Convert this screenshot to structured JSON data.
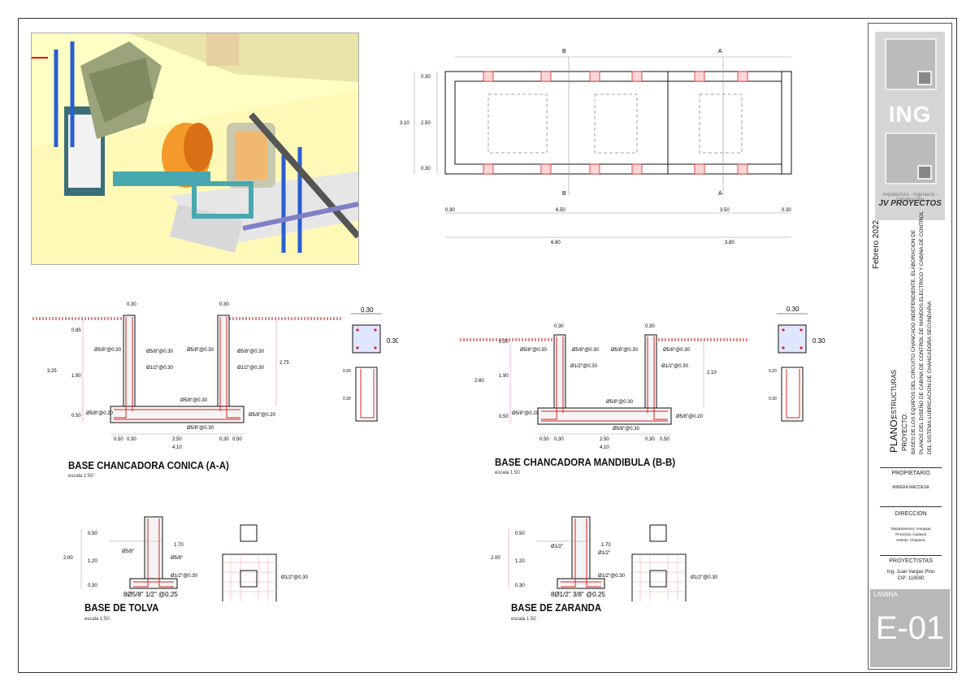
{
  "titleblock": {
    "company_mark": "ING",
    "tagline": "Arquitectura - Ingenieria - Construccion",
    "brand": "JV PROYECTOS",
    "date": "Febrero 2022",
    "plano_label": "PLANO:",
    "plano_value": "ESTRUCTURAS",
    "proyecto_label": "PROYECTO:",
    "proyecto_lines": [
      "BASES  DE  LOS  EQUIPOS  DEL  CIRCUITO  CHANCADO  INDEPENDIENTE,  ELABORACION  DE",
      "PLANOS DEL DISEÑO DE CABINA DE CONTROL DE MANDOS ELECTRICO Y CABINA DE CONTROL",
      "DEL SISTEMA LUBRICACION DE CHANCADORA SECUNDARIA"
    ],
    "propietario_label": "PROPIETARIO",
    "propietario_value": "MINERA MACDESA",
    "direccion_label": "DIRECCION",
    "direccion_lines": [
      "Departamento: Arequipa",
      "Provincia: Caraveli",
      "Distrito: Chaparra"
    ],
    "proyectistas_label": "PROYECTISTAS",
    "proyectista_name": "Ing. Juan Vargas Pino",
    "proyectista_cip": "CIP: 118590",
    "lamina_label": "LAMINA",
    "lamina_code": "E-01"
  },
  "plan": {
    "section_marks": [
      "B",
      "A",
      "B",
      "A"
    ],
    "left_dims": [
      "0.30",
      "2.50",
      "0.30",
      "3.10"
    ],
    "bottom_dims": [
      "0.30",
      "6.50",
      "3.50",
      "0.30"
    ],
    "total_dims": [
      "6.80",
      "3.80"
    ]
  },
  "conica": {
    "title": "BASE CHANCADORA CONICA (A-A)",
    "scale": "escala 1:50",
    "top_dims": [
      "0.30",
      "0.30"
    ],
    "left_dims": [
      "0.85",
      "1.90",
      "0.50",
      "3.25"
    ],
    "right_dim": "2.75",
    "rebar": [
      "Ø5/8\"@0.30",
      "Ø5/8\"@0.30",
      "Ø5/8\"@0.30",
      "Ø5/8\"@0.30",
      "Ø1/2\"@0.30",
      "Ø1/2\"@0.30",
      "Ø5/8\"@0.30",
      "Ø5/8\"@0.20",
      "Ø5/8\"@0.20",
      "Ø5/8\"@0.30"
    ],
    "bottom_dims": [
      "0.50",
      "0.30",
      "2.50",
      "0.30",
      "0.50"
    ],
    "total": "4.10",
    "col_dims": [
      "0.30",
      "0.30"
    ],
    "col_side": [
      "0.20",
      "0.30"
    ]
  },
  "mandibula": {
    "title": "BASE CHANCADORA MANDIBULA (B-B)",
    "scale": "escala 1:50",
    "top_dims": [
      "0.30",
      "0.30"
    ],
    "left_dims": [
      "0.20",
      "1.90",
      "0.50",
      "2.60"
    ],
    "right_dim": "2.10",
    "rebar": [
      "Ø5/8\"@0.30",
      "Ø5/8\"@0.30",
      "Ø5/8\"@0.30",
      "Ø5/8\"@0.30",
      "Ø1/2\"@0.30",
      "Ø1/2\"@0.30",
      "Ø5/8\"@0.30",
      "Ø5/8\"@0.20",
      "Ø5/8\"@0.20",
      "Ø5/8\"@0.30"
    ],
    "bottom_dims": [
      "0.50",
      "0.30",
      "2.50",
      "0.30",
      "0.50"
    ],
    "total": "4.10",
    "col_dims": [
      "0.30",
      "0.30"
    ],
    "col_side": [
      "0.20",
      "0.30"
    ]
  },
  "tolva": {
    "title": "BASE DE TOLVA",
    "scale": "escala 1:50",
    "left_dims": [
      "0.50",
      "1.20",
      "0.30",
      "2.00"
    ],
    "right_dim": "1.70",
    "rebar": [
      "Ø5/8\"",
      "Ø5/8\"",
      "Ø1/2\"@0.30"
    ],
    "bottom_label": "8Ø5/8\"  1/2\" @0.25",
    "plan_rebar": "Ø1/2\"@0.30"
  },
  "zaranda": {
    "title": "BASE DE ZARANDA",
    "scale": "escala 1:50",
    "left_dims": [
      "0.50",
      "1.20",
      "0.30",
      "2.00"
    ],
    "right_dim": "1.70",
    "rebar": [
      "Ø1/2\"",
      "Ø1/2\"",
      "Ø1/2\"@0.30"
    ],
    "bottom_label": "8Ø1/2\"  3/8\" @0.25",
    "plan_rebar": "Ø1/2\"@0.30"
  }
}
